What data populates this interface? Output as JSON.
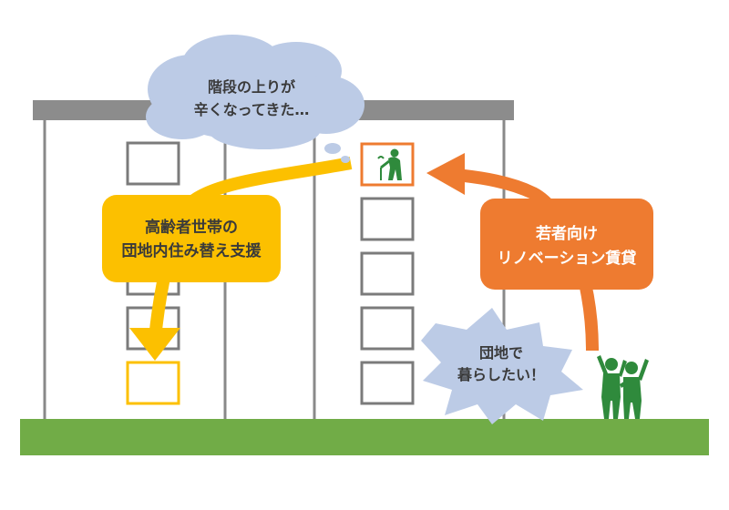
{
  "thought_bubble": {
    "line1": "階段の上りが",
    "line2": "辛くなってきた…",
    "color": "#bccbe6"
  },
  "yellow_box": {
    "line1": "高齢者世帯の",
    "line2": "団地内住み替え支援",
    "color": "#fcc000"
  },
  "orange_box": {
    "line1": "若者向け",
    "line2": "リノベーション賃貸",
    "color": "#ee7b30"
  },
  "burst": {
    "line1": "団地で",
    "line2": "暮らしたい！",
    "color": "#bccbe6"
  },
  "colors": {
    "building_wall": "#898989",
    "roof": "#8c8c8c",
    "ground": "#71ac47",
    "window_border": "#7b7b7b",
    "people": "#2f8a3c",
    "text": "#404040"
  },
  "icons": {
    "elderly": "elderly-person-with-cane-icon",
    "youth": "two-young-people-cheering-icon"
  }
}
